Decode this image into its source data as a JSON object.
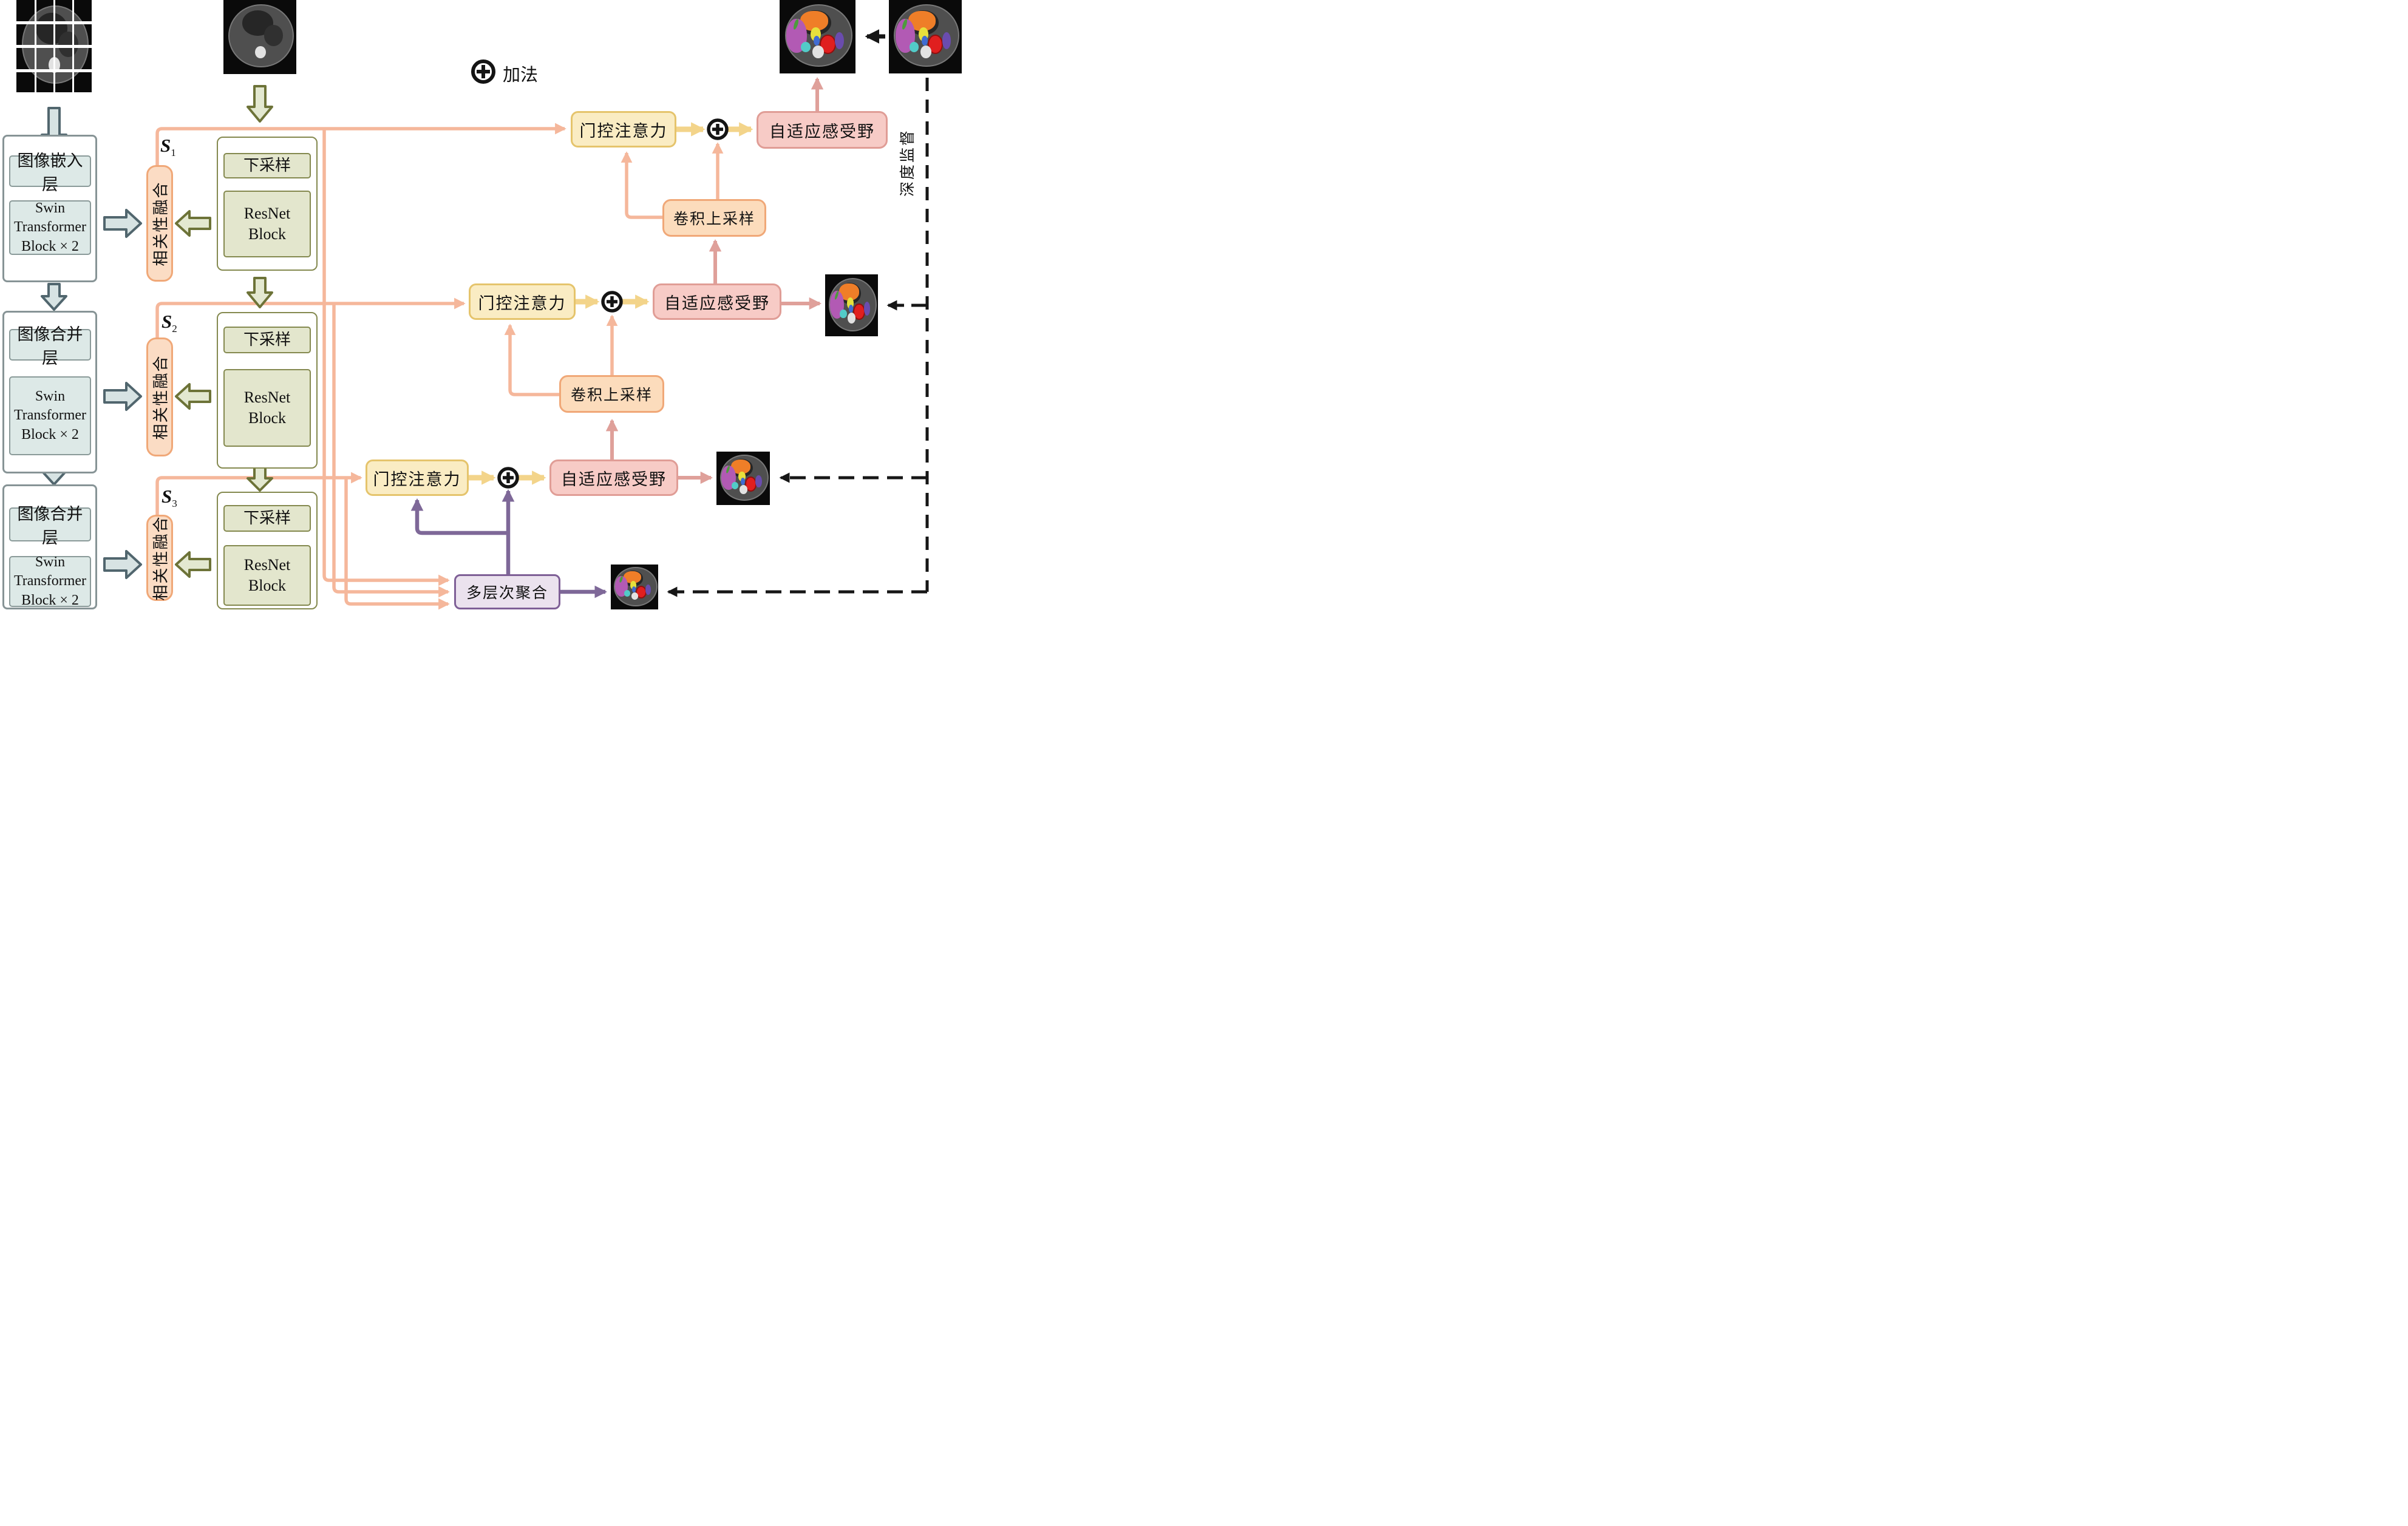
{
  "legend": {
    "add_symbol": "⊕",
    "add_label": "加法"
  },
  "skips": [
    {
      "base": "S",
      "sub": "1"
    },
    {
      "base": "S",
      "sub": "2"
    },
    {
      "base": "S",
      "sub": "3"
    }
  ],
  "encoder": {
    "stage1_header": "图像嵌入层",
    "stage23_header": "图像合并层",
    "swin_label": "Swin Transformer Block × 2",
    "fusion_label": "相关性融合",
    "downsample_label": "下采样",
    "resnet_label": "ResNet Block"
  },
  "decoder": {
    "gate_label": "门控注意力",
    "arf_label": "自适应感受野",
    "upsample_label": "卷积上采样",
    "aggregate_label": "多层次聚合"
  },
  "supervision_label": "深度监督",
  "colors": {
    "skip_line_orange": "#f5b79b",
    "fusion_fill": "#fbdcc4",
    "fusion_border": "#f0a878",
    "gate_fill": "#faecc3",
    "gate_border": "#e5c46c",
    "arf_fill": "#f7cbc6",
    "arf_border": "#e09d96",
    "upsample_fill": "#fcdcbc",
    "aggregate_fill": "#ebe2ee",
    "aggregate_border": "#7e5f96",
    "purple_line": "#7e6898",
    "pink_line": "#dfa09a",
    "yellow_line": "#f3d48a",
    "stage_fill": "#dde9e7",
    "cnn_fill": "#e3e6cd",
    "blue_arrow_fill": "#d7e3e3",
    "olive_arrow_fill": "#e3e8d0",
    "seg_liver": "#ef7e28",
    "seg_spleen": "#b25ab4",
    "seg_red": "#e01f1f",
    "seg_yellow": "#e6e03c",
    "seg_cyan": "#52cbc8",
    "seg_violet": "#6a4cae"
  }
}
